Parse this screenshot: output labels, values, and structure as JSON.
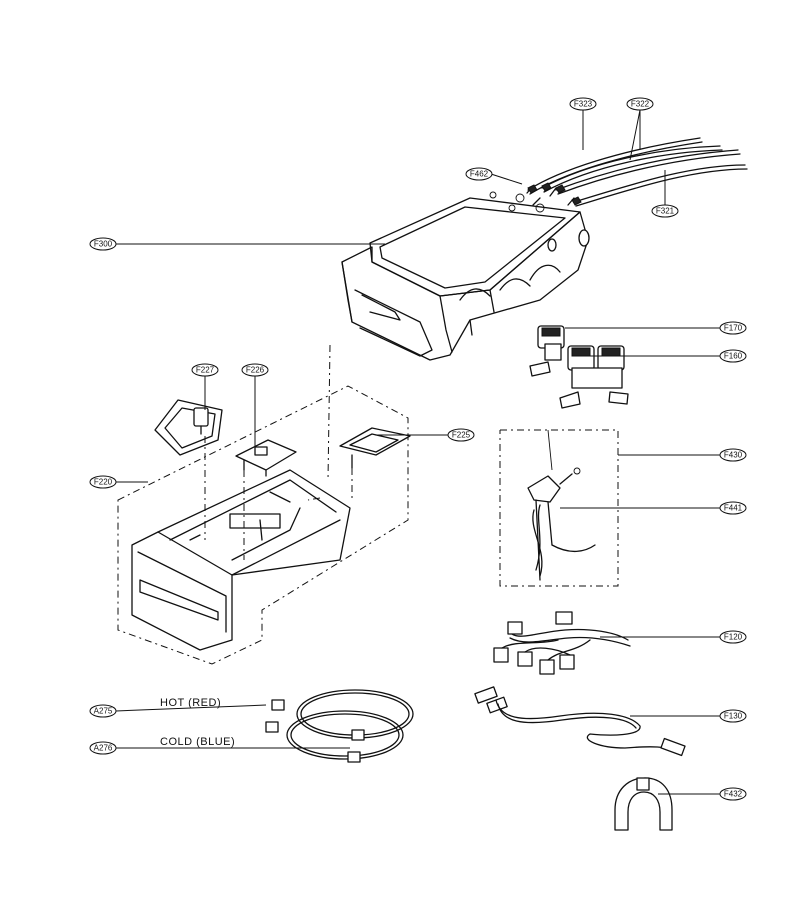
{
  "labels": {
    "f323": "F323",
    "f322": "F322",
    "f462": "F462",
    "f321": "F321",
    "f300": "F300",
    "f170": "F170",
    "f160": "F160",
    "f227": "F227",
    "f226": "F226",
    "f225": "F225",
    "f220": "F220",
    "f430": "F430",
    "f441": "F441",
    "f120": "F120",
    "a275": "A275",
    "a276": "A276",
    "f130": "F130",
    "f432": "F432"
  },
  "hose_text": {
    "hot": "HOT (RED)",
    "cold": "COLD (BLUE)"
  }
}
